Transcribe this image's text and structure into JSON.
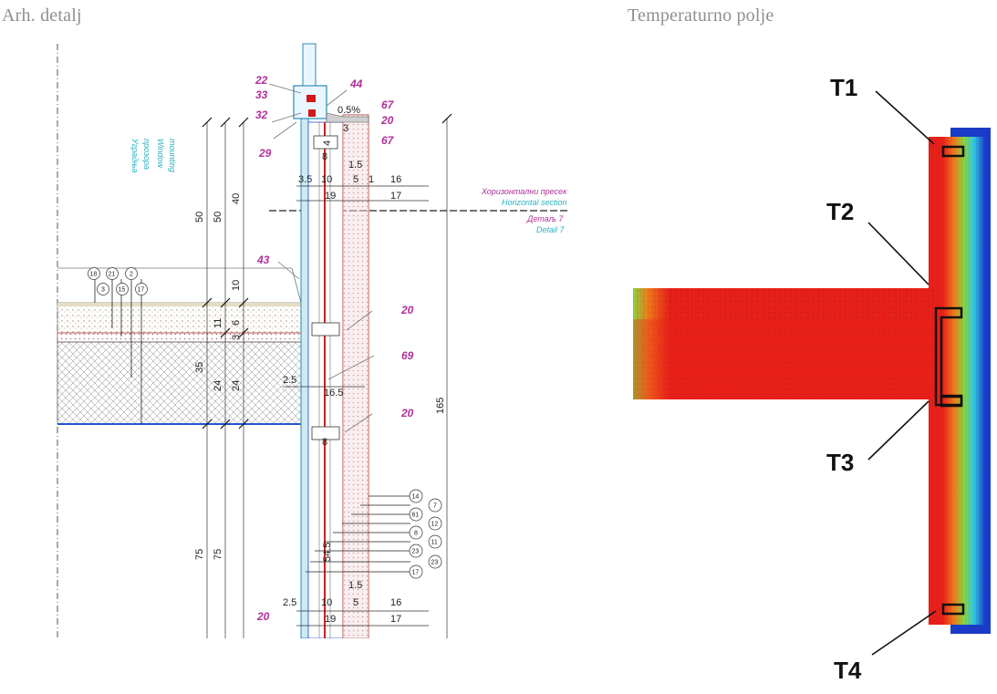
{
  "titles": {
    "left": "Arh. detalj",
    "right": "Temperaturno polje"
  },
  "arch_detail": {
    "material_marks": [
      {
        "id": "m22",
        "text": "22"
      },
      {
        "id": "m33",
        "text": "33"
      },
      {
        "id": "m32",
        "text": "32"
      },
      {
        "id": "m44",
        "text": "44"
      },
      {
        "id": "m67a",
        "text": "67"
      },
      {
        "id": "m20a",
        "text": "20"
      },
      {
        "id": "m67b",
        "text": "67"
      },
      {
        "id": "m29",
        "text": "29"
      },
      {
        "id": "m43",
        "text": "43"
      },
      {
        "id": "m20b",
        "text": "20"
      },
      {
        "id": "m69",
        "text": "69"
      },
      {
        "id": "m20c",
        "text": "20"
      },
      {
        "id": "m20d",
        "text": "20"
      }
    ],
    "slope": "0.5%",
    "window_note": [
      "Уградња",
      "прозора",
      "Window",
      "mounting"
    ],
    "section_note": [
      "Хоризонтални пресек",
      "Horizontal section",
      "Детаљ 7",
      "Detail 7"
    ],
    "dimensions": {
      "d50a": "50",
      "d50b": "50",
      "d40": "40",
      "d10": "10",
      "d11": "11",
      "d6": "6",
      "d3": "3",
      "d35": "35",
      "d24a": "24",
      "d24b": "24",
      "d75a": "75",
      "d75b": "75",
      "d165": "165",
      "d4": "4",
      "d8a": "8",
      "d8b": "8",
      "d15a": "1.5",
      "d15b": "1.5",
      "d35top": "3.5",
      "d10top": "10",
      "d5": "5",
      "d1": "1",
      "d16a": "16",
      "d19a": "19",
      "d17a": "17",
      "d25a": "2.5",
      "d165b": "16.5",
      "d545": "54.5",
      "d25b": "2.5",
      "d10bot": "10",
      "d5b": "5",
      "d16b": "16",
      "d19b": "19",
      "d17b": "17",
      "d3b": "3"
    },
    "circle_marks_floor": [
      "18",
      "21",
      "2",
      "3",
      "15",
      "17"
    ],
    "circle_marks_wall": [
      "14",
      "7",
      "61",
      "12",
      "8",
      "11",
      "23",
      "23",
      "17"
    ]
  },
  "thermal_field": {
    "probes": [
      "T1",
      "T2",
      "T3",
      "T4"
    ],
    "colors": {
      "hot": "#e8201a",
      "warm": "#f07a1c",
      "mild": "#8cd33a",
      "cool": "#32c8e6",
      "cold": "#1a3cc8"
    }
  }
}
